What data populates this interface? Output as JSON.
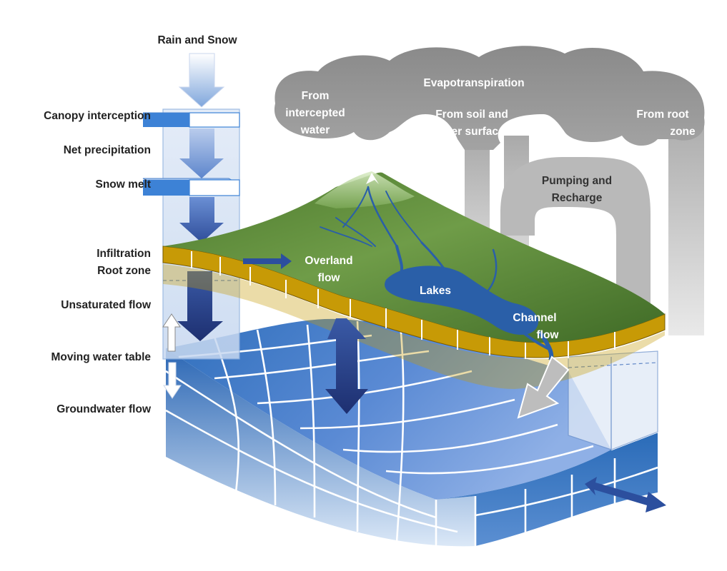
{
  "labels": {
    "rain_snow": "Rain and Snow",
    "canopy_interception": "Canopy interception",
    "net_precipitation": "Net precipitation",
    "snow_melt": "Snow melt",
    "infiltration": "Infiltration",
    "root_zone": "Root zone",
    "unsaturated_flow": "Unsaturated flow",
    "moving_water_table": "Moving water table",
    "groundwater_flow": "Groundwater flow",
    "evapotranspiration": "Evapotranspiration",
    "from_intercepted_1": "From",
    "from_intercepted_2": "intercepted",
    "from_intercepted_3": "water",
    "from_soil_1": "From soil and",
    "from_soil_2": "water surfaces",
    "from_root_1": "From root",
    "from_root_2": "zone",
    "pumping_1": "Pumping and",
    "pumping_2": "Recharge",
    "overland_1": "Overland",
    "overland_2": "flow",
    "lakes": "Lakes",
    "channel_1": "Channel",
    "channel_2": "flow"
  },
  "colors": {
    "cloud_gray": "#8f8f8f",
    "surface_green": "#5a8a3c",
    "root_zone_gold": "#c79a06",
    "water_blue": "#2d6fb8",
    "arrow_dark_blue": "#2c3e86"
  }
}
